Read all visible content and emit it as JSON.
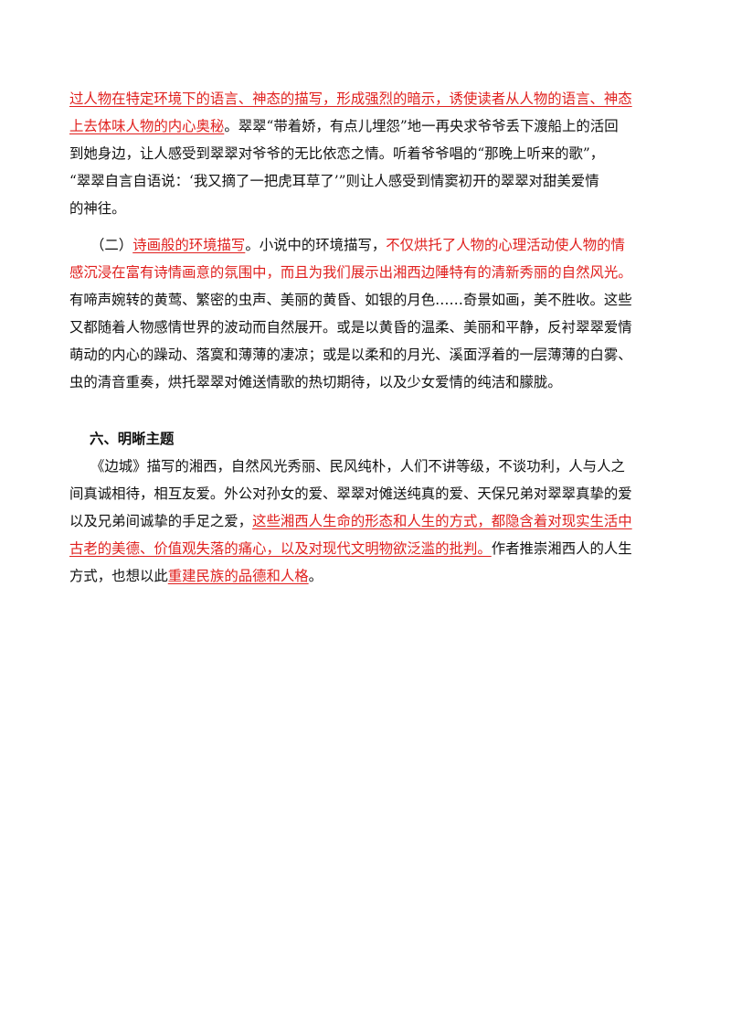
{
  "section5": {
    "l1_a": "过人物在特定环境下的语言、神态的描写，形成强烈的暗示，诱使读者从人物的语言、神态",
    "l2_a": "上去体味人物的内心奥秘",
    "l2_b": "。翠翠“带着娇，有点儿埋怨”地一再央求爷爷丢下渡船上的活回",
    "l3": "到她身边，让人感受到翠翠对爷爷的无比依恋之情。听着爷爷唱的“那晚上听来的歌”，",
    "l4": "“翠翠自言自语说：‘我又摘了一把虎耳草了’”则让人感受到情窦初开的翠翠对甜美爱情",
    "l5": "的神往。",
    "l6_a": "（二）",
    "l6_b": "诗画般的环境描写",
    "l6_c": "。小说中的环境描写，",
    "l6_d": "不仅烘托了人物的心理活动使人物的情",
    "l7": "感沉浸在富有诗情画意的氛围中，而且为我们展示出湘西边陲特有的清新秀丽的自然风光。",
    "l8": "有啼声婉转的黄莺、繁密的虫声、美丽的黄昏、如银的月色……奇景如画，美不胜收。这些",
    "l9": "又都随着人物感情世界的波动而自然展开。或是以黄昏的温柔、美丽和平静，反衬翠翠爱情",
    "l10": "萌动的内心的躁动、落寞和薄薄的凄凉；或是以柔和的月光、溪面浮着的一层薄薄的白雾、",
    "l11": "虫的清音重奏，烘托翠翠对傩送情歌的热切期待，以及少女爱情的纯洁和朦胧。"
  },
  "section6": {
    "heading": "六、明晰主题",
    "l1": "《边城》描写的湘西，自然风光秀丽、民风纯朴，人们不讲等级，不谈功利，人与人之",
    "l2": "间真诚相待，相互友爱。外公对孙女的爱、翠翠对傩送纯真的爱、天保兄弟对翠翠真挚的爱",
    "l3_a": "以及兄弟间诚挚的手足之爱，",
    "l3_b": "这些湘西人生命的形态和人生的方式，都隐含着对现实生活中",
    "l4_a": "古老的美德、价值观失落的痛心，以及对现代文明物欲泛滥的批判。",
    "l4_b": "作者推崇湘西人的人生",
    "l5_a": "方式，也想以此",
    "l5_b": "重建民族的品德和人格",
    "l5_c": "。"
  }
}
